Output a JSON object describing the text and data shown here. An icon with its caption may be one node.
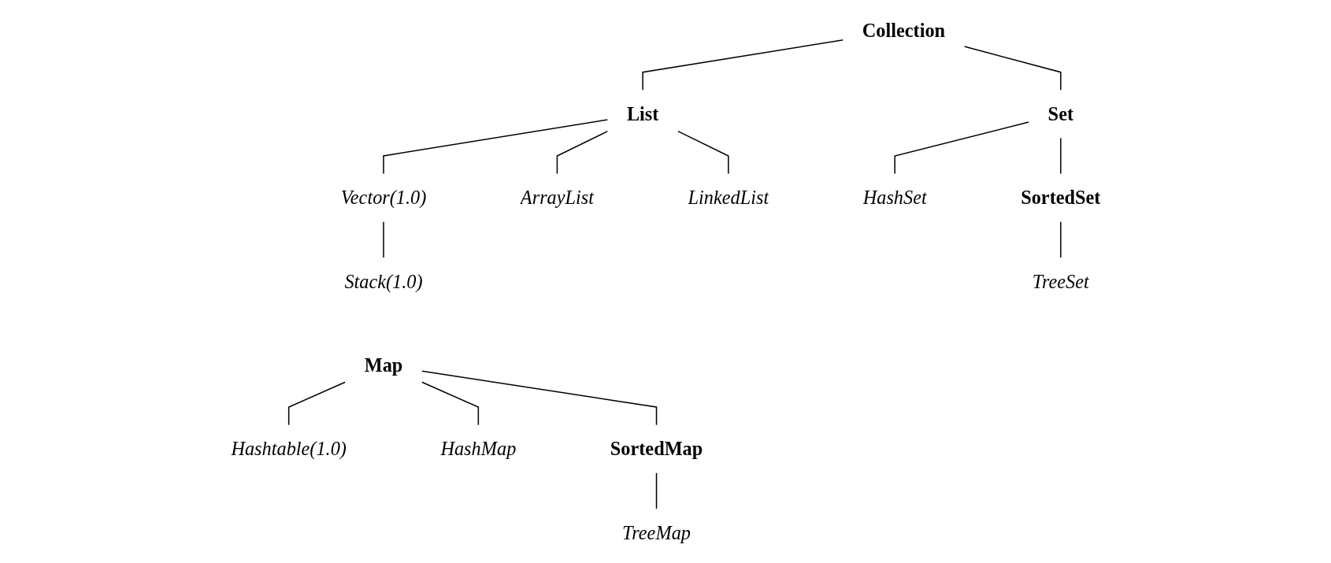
{
  "diagram": {
    "nodes": [
      {
        "text": [
          "Collection"
        ]
      },
      {
        "text": [
          "List"
        ]
      },
      {
        "text": [
          "Set"
        ]
      },
      {
        "text": [
          "Vector(1.0)"
        ]
      },
      {
        "text": [
          "ArrayList"
        ]
      },
      {
        "text": [
          "LinkedList"
        ]
      },
      {
        "text": [
          "HashSet"
        ]
      },
      {
        "text": [
          "SortedSet"
        ]
      },
      {
        "text": [
          "Stack(1.0)"
        ]
      },
      {
        "text": [
          "TreeSet"
        ]
      },
      {
        "text": [
          "Map"
        ]
      },
      {
        "text": [
          "Hashtable(1.0)"
        ]
      },
      {
        "text": [
          "HashMap"
        ]
      },
      {
        "text": [
          "SortedMap"
        ]
      },
      {
        "text": [
          "TreeMap"
        ]
      }
    ],
    "edges": [
      {
        "from": 0,
        "to": 1,
        "arrow": "none"
      },
      {
        "from": 0,
        "to": 2,
        "arrow": "none"
      },
      {
        "from": 1,
        "to": 3,
        "arrow": "none"
      },
      {
        "from": 1,
        "to": 4,
        "arrow": "none"
      },
      {
        "from": 1,
        "to": 5,
        "arrow": "none"
      },
      {
        "from": 2,
        "to": 6,
        "arrow": "none"
      },
      {
        "from": 2,
        "to": 7,
        "arrow": "none"
      },
      {
        "from": 3,
        "to": 8,
        "arrow": "none"
      },
      {
        "from": 7,
        "to": 9,
        "arrow": "none"
      },
      {
        "from": 10,
        "to": 11,
        "arrow": "none"
      },
      {
        "from": 10,
        "to": 12,
        "arrow": "none"
      },
      {
        "from": 10,
        "to": 13,
        "arrow": "none"
      },
      {
        "from": 13,
        "to": 14,
        "arrow": "none"
      }
    ]
  }
}
